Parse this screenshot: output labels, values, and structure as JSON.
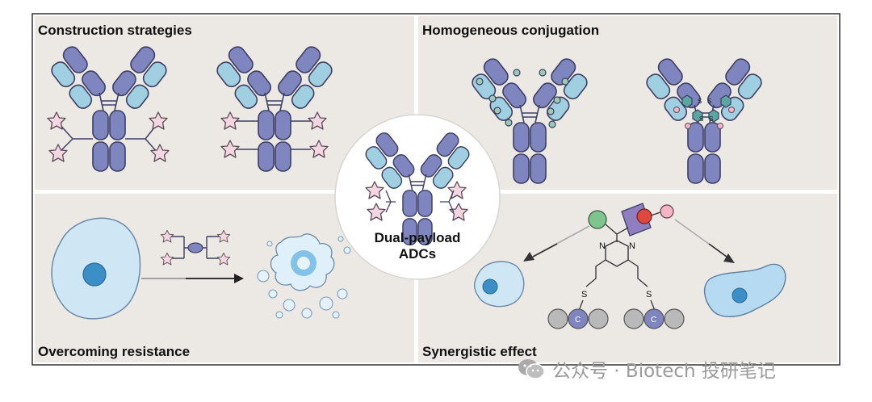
{
  "panels": {
    "construction": {
      "title": "Construction strategies"
    },
    "homogeneous": {
      "title": "Homogeneous conjugation"
    },
    "resistance": {
      "title": "Overcoming resistance"
    },
    "synergistic": {
      "title": "Synergistic effect"
    }
  },
  "center": {
    "line1": "Dual-payload",
    "line2": "ADCs"
  },
  "chem": {
    "n_left": "N",
    "n_right": "N",
    "s_left": "S",
    "s_right": "S",
    "c_left": "C",
    "c_right": "C"
  },
  "disulfide": {
    "s1": "S",
    "s2": "S",
    "s3": "S",
    "s4": "S"
  },
  "watermark": {
    "text": "公众号 · Biotech 投研笔记",
    "icon": "wechat-icon"
  },
  "colors": {
    "heavy": "#7f86bf",
    "light": "#9fcfe0",
    "payload": "#f3d6e0",
    "panel_bg": "#ece9e5",
    "cell": "#cfe6f5",
    "nucleus": "#3c8fc6",
    "green_ball": "#7ec48c",
    "red_ball": "#e0473f",
    "pink_ball": "#f4b6c6"
  }
}
